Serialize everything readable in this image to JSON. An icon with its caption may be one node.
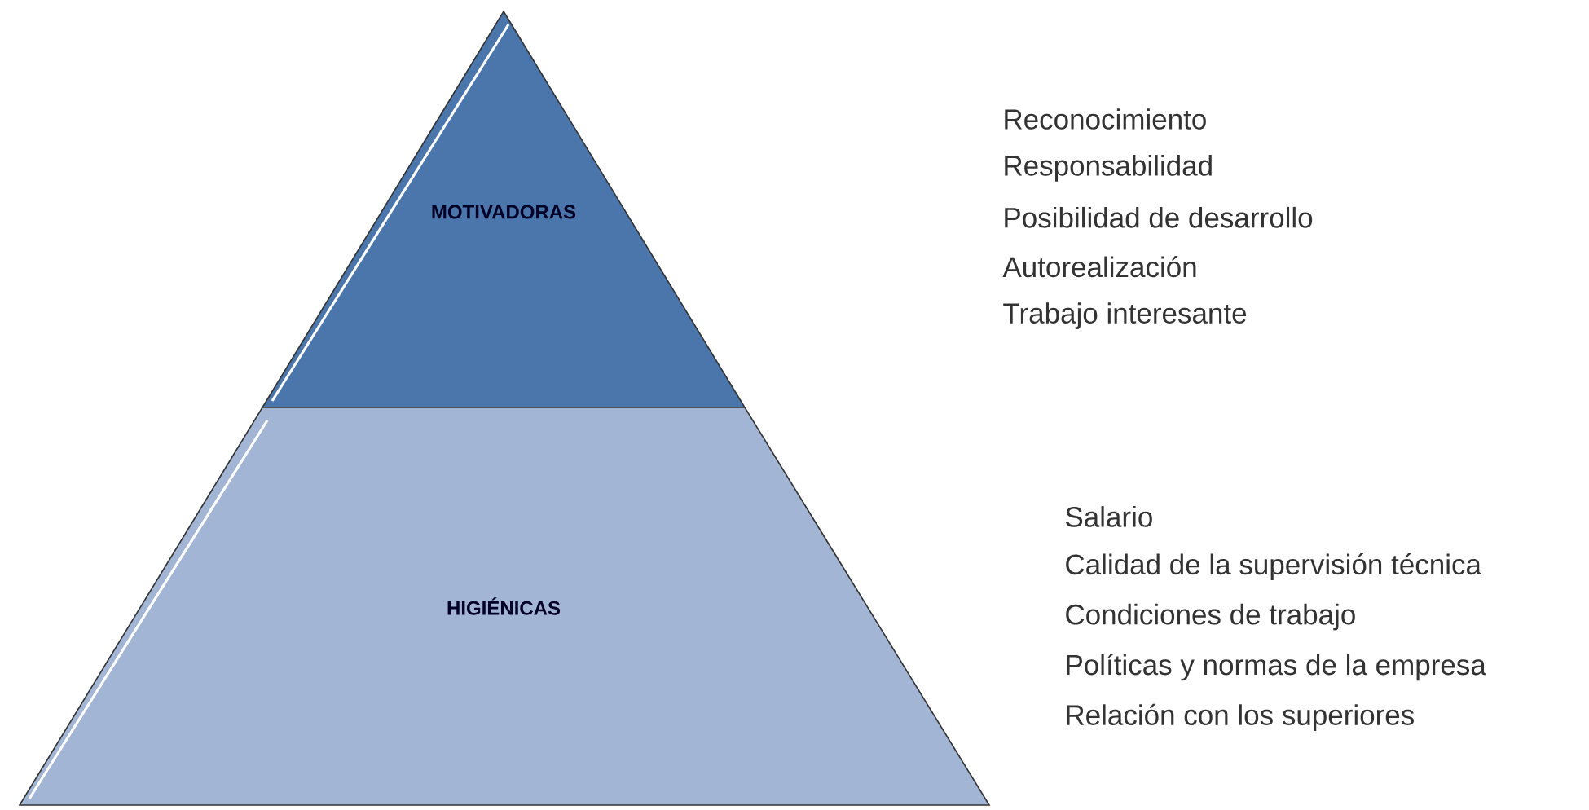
{
  "diagram": {
    "nodes": [
      {
        "text": [
          "MOTIVADORAS"
        ],
        "beside": [
          "Reconocimiento",
          "Responsabilidad",
          "Posibilidad de desarrollo",
          "Autorealización",
          "Trabajo interesante"
        ]
      },
      {
        "text": [
          "HIGIÉNICAS"
        ],
        "beside": [
          "Salario",
          "Calidad de la supervisión técnica",
          "Condiciones de trabajo",
          "Políticas y normas de la empresa",
          "Relación con los superiores"
        ]
      }
    ]
  }
}
